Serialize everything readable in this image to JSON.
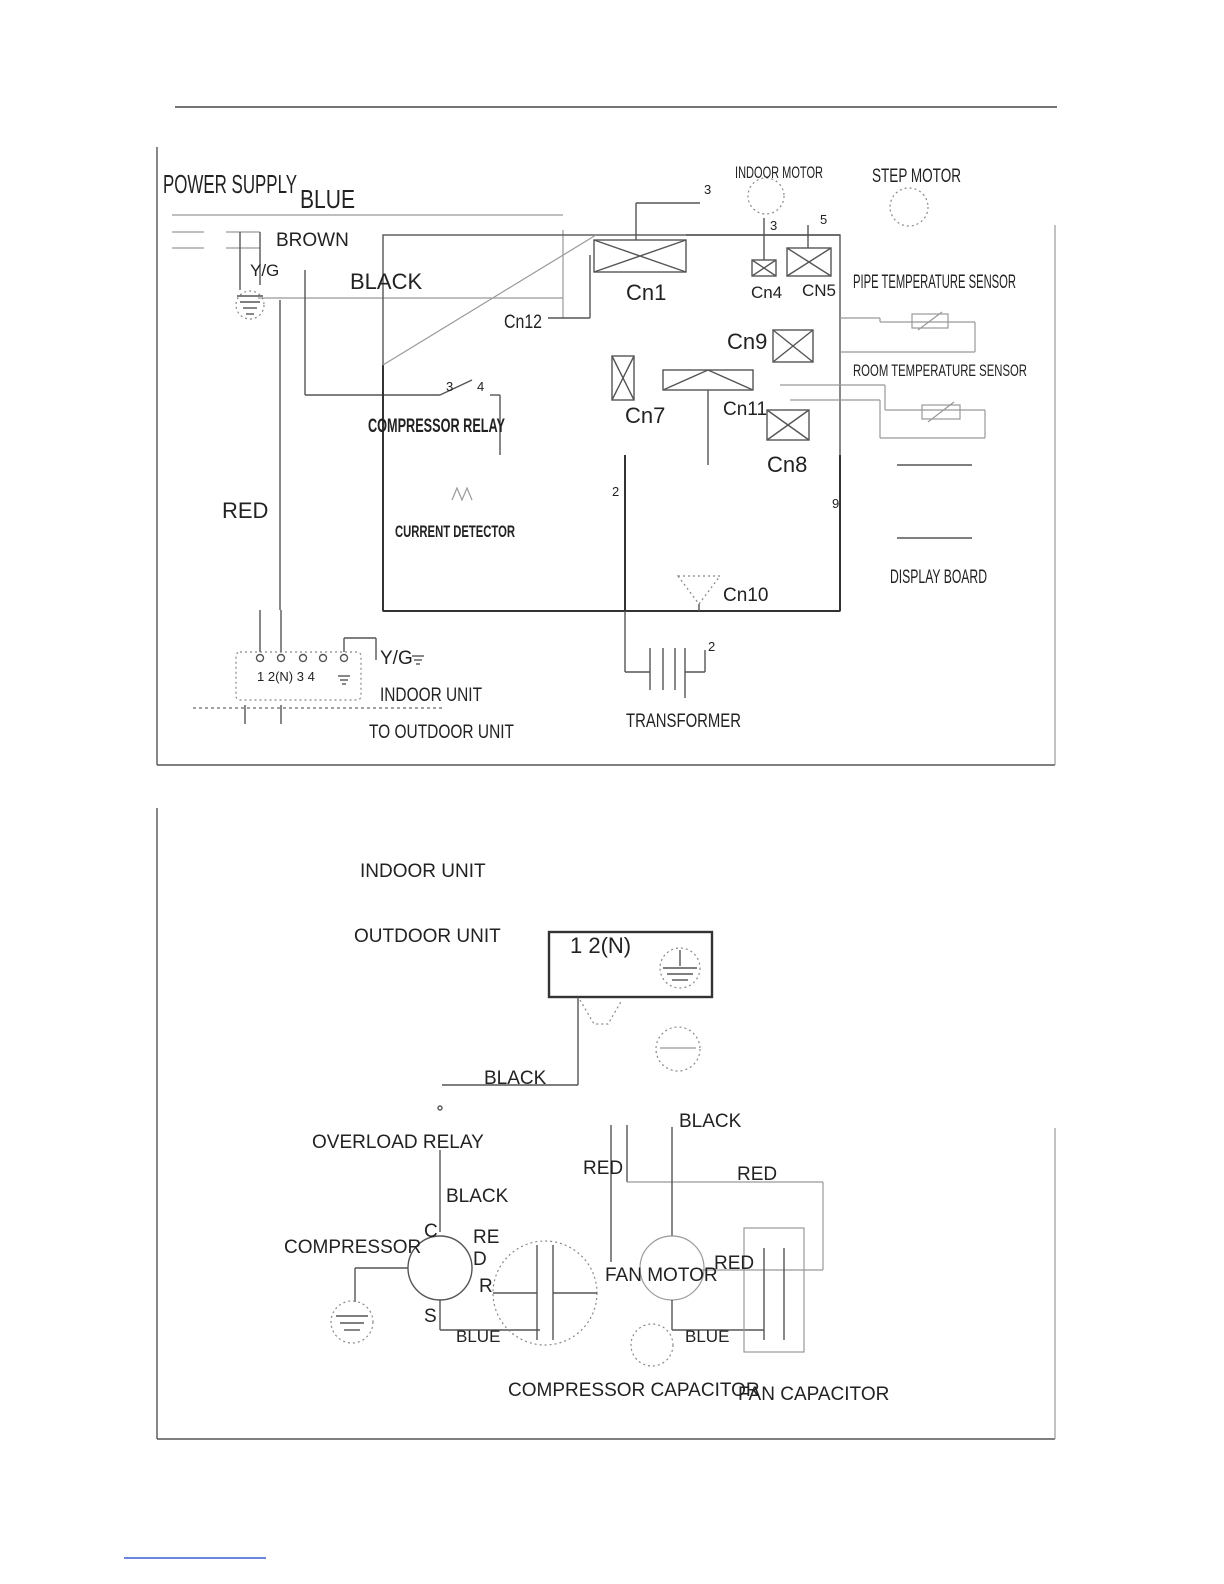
{
  "indoor": {
    "power_supply": "POWER SUPPLY",
    "blue": "BLUE",
    "brown": "BROWN",
    "yg": "Y/G",
    "black": "BLACK",
    "red": "RED",
    "cn12": "Cn12",
    "cn1": "Cn1",
    "cn4": "Cn4",
    "cn5": "CN5",
    "cn9": "Cn9",
    "cn7": "Cn7",
    "cn11": "Cn11",
    "cn8": "Cn8",
    "cn10": "Cn10",
    "indoor_motor": "INDOOR MOTOR",
    "step_motor": "STEP MOTOR",
    "pipe_sensor": "PIPE TEMPERATURE SENSOR",
    "room_sensor": "ROOM TEMPERATURE SENSOR",
    "compressor_relay": "COMPRESSOR RELAY",
    "current_detector": "CURRENT DETECTOR",
    "display_board": "DISPLAY BOARD",
    "transformer": "TRANSFORMER",
    "terminal_numbers": "1 2(N) 3  4",
    "terminal_yg": "Y/G",
    "indoor_unit": "INDOOR UNIT",
    "to_outdoor": "TO OUTDOOR UNIT",
    "pin_3a": "3",
    "pin_3b": "3",
    "pin_5": "5",
    "pin_3c": "3",
    "pin_4": "4",
    "pin_2a": "2",
    "pin_9": "9",
    "pin_2b": "2"
  },
  "outdoor": {
    "indoor_unit": "INDOOR UNIT",
    "outdoor_unit": "OUTDOOR UNIT",
    "terminal": "1 2(N)",
    "black_1": "BLACK",
    "overload_relay": "OVERLOAD RELAY",
    "black_2": "BLACK",
    "compressor": "COMPRESSOR",
    "c": "C",
    "re": "RE",
    "d": "D",
    "r": "R",
    "s": "S",
    "blue_1": "BLUE",
    "black_3": "BLACK",
    "red_1": "RED",
    "red_2": "RED",
    "fan_motor": "FAN MOTOR",
    "red_3": "RED",
    "blue_2": "BLUE",
    "compressor_capacitor": "COMPRESSOR CAPACITOR",
    "fan_capacitor": "FAN CAPACITOR"
  }
}
